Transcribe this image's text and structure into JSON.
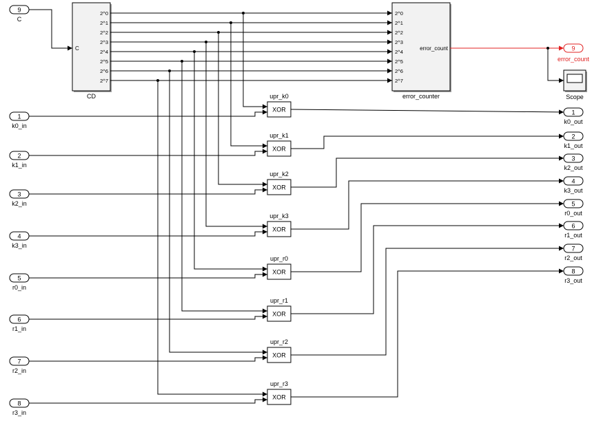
{
  "inports": [
    {
      "num": "9",
      "label": "C"
    },
    {
      "num": "1",
      "label": "k0_in"
    },
    {
      "num": "2",
      "label": "k1_in"
    },
    {
      "num": "3",
      "label": "k2_in"
    },
    {
      "num": "4",
      "label": "k3_in"
    },
    {
      "num": "5",
      "label": "r0_in"
    },
    {
      "num": "6",
      "label": "r1_in"
    },
    {
      "num": "7",
      "label": "r2_in"
    },
    {
      "num": "8",
      "label": "r3_in"
    }
  ],
  "cd_block": {
    "name": "CD",
    "input_port": "C",
    "outputs": [
      "2^0",
      "2^1",
      "2^2",
      "2^3",
      "2^4",
      "2^5",
      "2^6",
      "2^7"
    ]
  },
  "error_counter_block": {
    "name": "error_counter",
    "inputs": [
      "2^0",
      "2^1",
      "2^2",
      "2^3",
      "2^4",
      "2^5",
      "2^6",
      "2^7"
    ],
    "output_port": "error_count"
  },
  "xor_blocks": [
    {
      "name": "upr_k0",
      "op": "XOR"
    },
    {
      "name": "upr_k1",
      "op": "XOR"
    },
    {
      "name": "upr_k2",
      "op": "XOR"
    },
    {
      "name": "upr_k3",
      "op": "XOR"
    },
    {
      "name": "upr_r0",
      "op": "XOR"
    },
    {
      "name": "upr_r1",
      "op": "XOR"
    },
    {
      "name": "upr_r2",
      "op": "XOR"
    },
    {
      "name": "upr_r3",
      "op": "XOR"
    }
  ],
  "outports": [
    {
      "num": "1",
      "label": "k0_out"
    },
    {
      "num": "2",
      "label": "k1_out"
    },
    {
      "num": "3",
      "label": "k2_out"
    },
    {
      "num": "4",
      "label": "k3_out"
    },
    {
      "num": "5",
      "label": "r0_out"
    },
    {
      "num": "6",
      "label": "r1_out"
    },
    {
      "num": "7",
      "label": "r2_out"
    },
    {
      "num": "8",
      "label": "r3_out"
    }
  ],
  "error_outport": {
    "num": "9",
    "label": "error_count"
  },
  "scope": {
    "name": "Scope"
  },
  "colors": {
    "line": "#000000",
    "error": "#e02020",
    "block_fill": "#f2f2f2",
    "port_fill": "#ffffff"
  }
}
